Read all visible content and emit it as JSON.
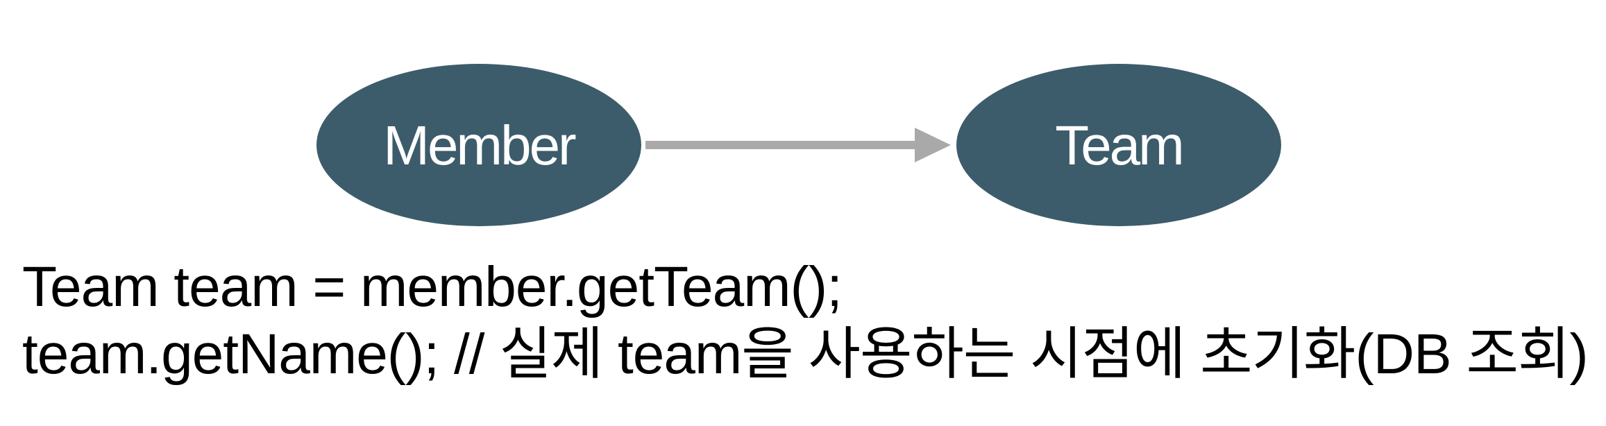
{
  "diagram": {
    "nodes": [
      {
        "id": "member",
        "label": "Member"
      },
      {
        "id": "team",
        "label": "Team"
      }
    ],
    "edges": [
      {
        "from": "member",
        "to": "team",
        "style": "arrow"
      }
    ],
    "colors": {
      "node_fill": "#3d5c6b",
      "node_text": "#ffffff",
      "edge": "#a9a9a9"
    }
  },
  "code": {
    "line1": "Team team = member.getTeam();",
    "line2": "team.getName(); // 실제 team을 사용하는 시점에 초기화(DB 조회)"
  }
}
